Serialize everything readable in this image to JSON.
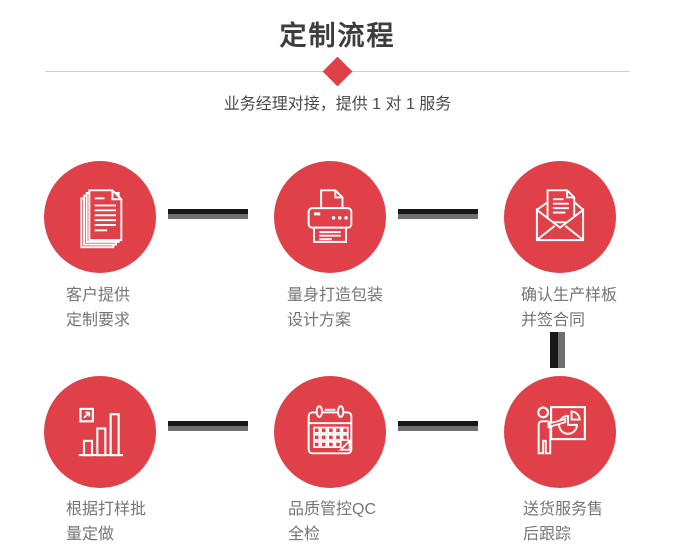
{
  "header": {
    "title": "定制流程",
    "subtitle": "业务经理对接，提供 1 对 1 服务"
  },
  "colors": {
    "accent_red": "#e04048",
    "title_text": "#3d3d3d",
    "subtitle_text": "#4a4a4a",
    "label_text": "#757575",
    "connector_dark": "#171717",
    "connector_gray": "#6f6f6f",
    "divider": "#cfcfcf",
    "icon_stroke": "#ffffff"
  },
  "steps": [
    {
      "icon": "documents-icon",
      "label_line1": "客户提供",
      "label_line2": "定制要求"
    },
    {
      "icon": "printer-icon",
      "label_line1": "量身打造包装",
      "label_line2": "设计方案"
    },
    {
      "icon": "envelope-icon",
      "label_line1": "确认生产样板",
      "label_line2": "并签合同"
    },
    {
      "icon": "bar-chart-icon",
      "label_line1": "根据打样批",
      "label_line2": "量定做"
    },
    {
      "icon": "calendar-icon",
      "label_line1": "品质管控QC",
      "label_line2": "全检"
    },
    {
      "icon": "presenter-icon",
      "label_line1": "送货服务售",
      "label_line2": "后跟踪"
    }
  ]
}
